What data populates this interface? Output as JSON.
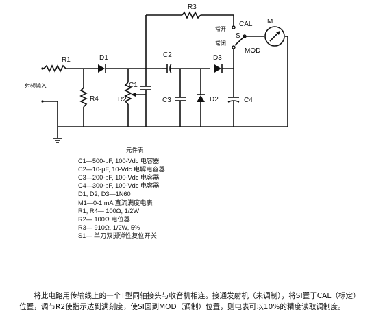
{
  "labels": {
    "R1": "R1",
    "R2": "R2",
    "R3": "R3",
    "R4": "R4",
    "C1": "C1",
    "C2": "C2",
    "C3": "C3",
    "C4": "C4",
    "D1": "D1",
    "D2": "D2",
    "D3": "D3",
    "M": "M",
    "S": "S",
    "CAL": "CAL",
    "MOD": "MOD",
    "input": "射频输入",
    "normally_open": "常开",
    "normally_closed": "常闭"
  },
  "parts_list": {
    "title": "元件表",
    "items": [
      "C1—500-pF, 100-Vdc 电容器",
      "C2—10-μF, 10-Vdc 电解电容器",
      "C3—200-pF, 100-Vdc 电容器",
      "C4—300-pF, 100-Vdc 电容器",
      "D1, D2, D3—1N60",
      "M1—0-1 mA 直流满度电表",
      "R1, R4— 100Ω, 1/2W",
      "R2— 100Ω 电位器",
      "R3— 910Ω, 1/2W, 5%",
      "S1— 单刀双掷弹性复位开关"
    ]
  },
  "description": "将此电路用传输线上的一个T型同轴接头与收音机相连。接通发射机（未调制），将SI置于CAL（标定）位置，调节R2使指示达到满刻度，使SI回到MOD（调制）位置，则电表可以10%的精度读取调制度。"
}
